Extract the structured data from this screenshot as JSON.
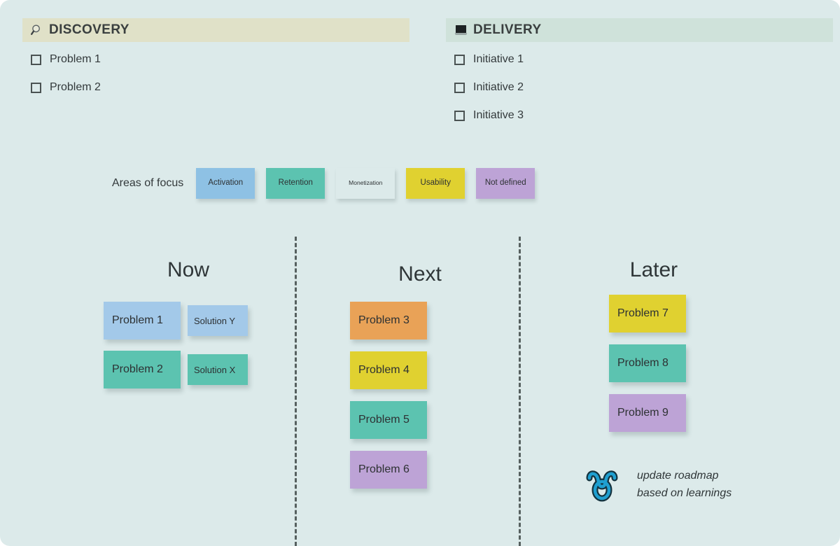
{
  "board": {
    "background_color": "#dceaea"
  },
  "discovery": {
    "icon": "magnifier-icon",
    "title": "DISCOVERY",
    "band_color": "#e0e1c8",
    "items": [
      {
        "label": "Problem 1",
        "checked": false
      },
      {
        "label": "Problem 2",
        "checked": false
      }
    ]
  },
  "delivery": {
    "icon": "laptop-icon",
    "title": "DELIVERY",
    "band_color": "#cfe2da",
    "items": [
      {
        "label": "Initiative 1",
        "checked": false
      },
      {
        "label": "Initiative 2",
        "checked": false
      },
      {
        "label": "Initiative 3",
        "checked": false
      }
    ]
  },
  "areas_of_focus": {
    "label": "Areas of focus",
    "notes": [
      {
        "label": "Activation",
        "color": "#8ec1e4",
        "small": false
      },
      {
        "label": "Retention",
        "color": "#5cc3b0",
        "small": false
      },
      {
        "label": "Monetization",
        "color": "#e9a košice",
        "small": true
      },
      {
        "label": "Usability",
        "color": "#e0d130",
        "small": false
      },
      {
        "label": "Not defined",
        "color": "#bda3d6",
        "small": false
      }
    ]
  },
  "columns": [
    {
      "title": "Now",
      "rows": [
        {
          "problem": {
            "label": "Problem 1",
            "color": "#a3c9e9"
          },
          "solution": {
            "label": "Solution Y",
            "color": "#a3c9e9"
          }
        },
        {
          "problem": {
            "label": "Problem 2",
            "color": "#5cc3b0"
          },
          "solution": {
            "label": "Solution X",
            "color": "#5cc3b0"
          }
        }
      ]
    },
    {
      "title": "Next",
      "rows": [
        {
          "problem": {
            "label": "Problem 3",
            "color": "#e9a257"
          },
          "solution": null
        },
        {
          "problem": {
            "label": "Problem 4",
            "color": "#e0d130"
          },
          "solution": null
        },
        {
          "problem": {
            "label": "Problem 5",
            "color": "#5cc3b0"
          },
          "solution": null
        },
        {
          "problem": {
            "label": "Problem 6",
            "color": "#bda3d6"
          },
          "solution": null
        }
      ]
    },
    {
      "title": "Later",
      "rows": [
        {
          "problem": {
            "label": "Problem 7",
            "color": "#e0d130"
          },
          "solution": null
        },
        {
          "problem": {
            "label": "Problem 8",
            "color": "#5cc3b0"
          },
          "solution": null
        },
        {
          "problem": {
            "label": "Problem 9",
            "color": "#bda3d6"
          },
          "solution": null
        }
      ]
    }
  ],
  "annotation": {
    "icon": "loop-cycle-icon",
    "icon_color": "#2196c4",
    "text": "update roadmap\nbased on learnings"
  }
}
